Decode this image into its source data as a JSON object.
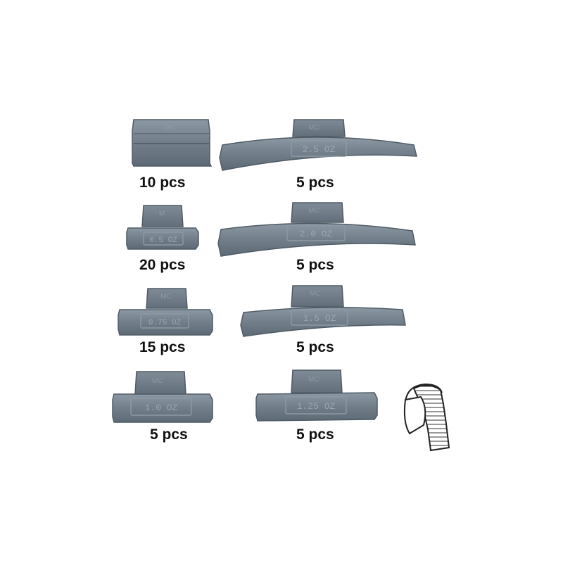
{
  "items": [
    {
      "stamp": "",
      "clip_mark": "MC",
      "label": "10 pcs"
    },
    {
      "stamp": "2.5  OZ",
      "clip_mark": "MC",
      "label": "5 pcs"
    },
    {
      "stamp": "0.5 OZ",
      "clip_mark": "M",
      "label": "20 pcs"
    },
    {
      "stamp": "2.0  OZ",
      "clip_mark": "MC",
      "label": "5 pcs"
    },
    {
      "stamp": "0.75  OZ",
      "clip_mark": "MC",
      "label": "15 pcs"
    },
    {
      "stamp": "1.5  OZ",
      "clip_mark": "MC",
      "label": "5 pcs"
    },
    {
      "stamp": "1.0  OZ",
      "clip_mark": "MC",
      "label": "5 pcs"
    },
    {
      "stamp": "1.25  OZ",
      "clip_mark": "MC",
      "label": "5 pcs"
    }
  ],
  "colors": {
    "metal": "#6f7c88",
    "metal_light": "#8c98a3",
    "outline": "#4f5b66",
    "text": "#111111"
  },
  "icons": {
    "profile": "rim-profile-icon"
  }
}
